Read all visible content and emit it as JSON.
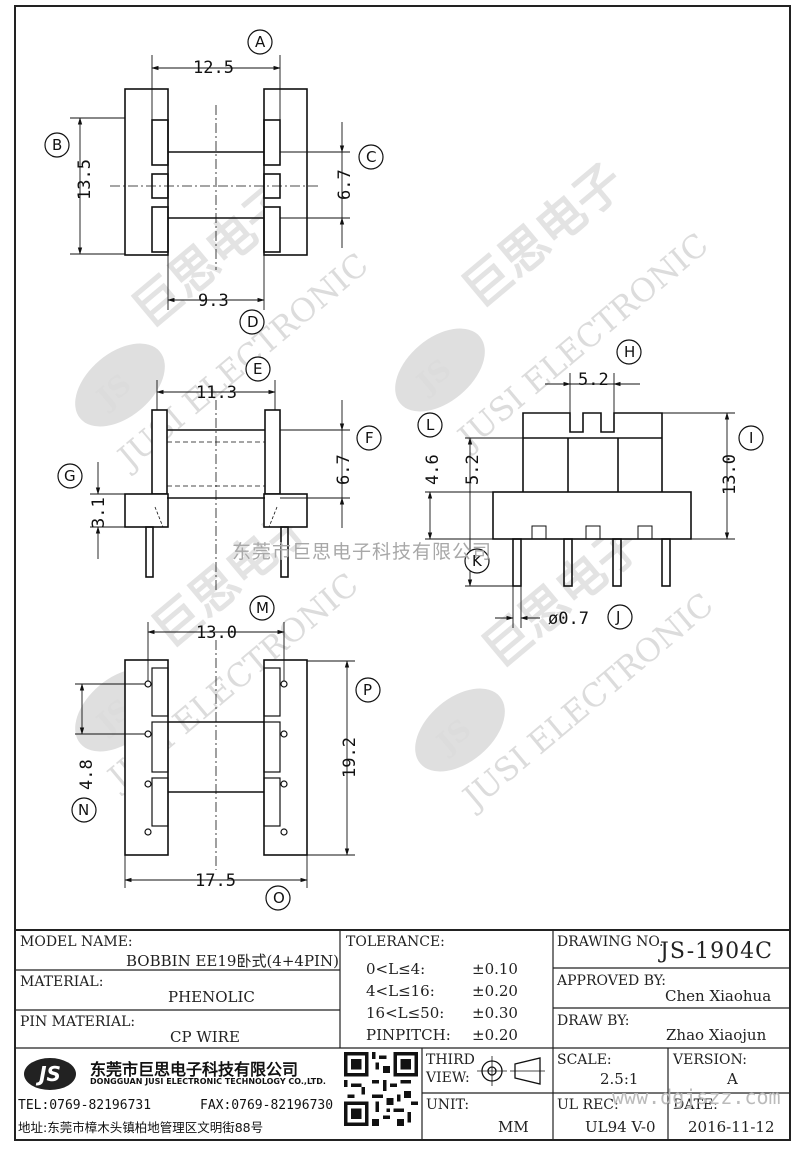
{
  "dims": {
    "A": "12.5",
    "B": "13.5",
    "C": "6.7",
    "D": "9.3",
    "E": "11.3",
    "F": "6.7",
    "G": "3.1",
    "H": "5.2",
    "I": "13.0",
    "L1": "4.6",
    "L2": "5.2",
    "J": "ø0.7",
    "M": "13.0",
    "N": "4.8",
    "P": "19.2",
    "O": "17.5"
  },
  "callouts": [
    "A",
    "B",
    "C",
    "D",
    "E",
    "F",
    "G",
    "H",
    "I",
    "L",
    "K",
    "J",
    "M",
    "P",
    "N",
    "O"
  ],
  "watermark": {
    "company_cn": "东莞市巨思电子科技有限公司",
    "brand_cn": "巨思电子",
    "brand_en": "JUSI ELECTRONIC",
    "logo": "JS",
    "site": "www.dgjszz.com"
  },
  "title_block": {
    "model_name_label": "MODEL NAME:",
    "model_name": "BOBBIN EE19卧式(4+4PIN)",
    "material_label": "MATERIAL:",
    "material": "PHENOLIC",
    "pin_material_label": "PIN MATERIAL:",
    "pin_material": "CP WIRE",
    "tolerance_label": "TOLERANCE:",
    "tolerances": [
      {
        "range": "0<L≤4:",
        "value": "±0.10"
      },
      {
        "range": "4<L≤16:",
        "value": "±0.20"
      },
      {
        "range": "16<L≤50:",
        "value": "±0.30"
      },
      {
        "range": "PINPITCH:",
        "value": "±0.20"
      }
    ],
    "drawing_no_label": "DRAWING NO.",
    "drawing_no": "JS-1904C",
    "approved_by_label": "APPROVED BY:",
    "approved_by": "Chen Xiaohua",
    "draw_by_label": "DRAW BY:",
    "draw_by": "Zhao Xiaojun",
    "third_view_label_1": "THIRD",
    "third_view_label_2": "VIEW:",
    "unit_label": "UNIT:",
    "unit": "MM",
    "scale_label": "SCALE:",
    "scale": "2.5:1",
    "version_label": "VERSION:",
    "version": "A",
    "ul_rec_label": "UL REC:",
    "ul_rec": "UL94 V-0",
    "date_label": "DATE:",
    "date": "2016-11-12"
  },
  "company": {
    "logo": "JS",
    "name_cn": "东莞市巨思电子科技有限公司",
    "name_en": "DONGGUAN JUSI ELECTRONIC TECHNOLOGY CO.,LTD.",
    "tel": "TEL:0769-82196731",
    "fax": "FAX:0769-82196730",
    "address": "地址:东莞市樟木头镇柏地管理区文明街88号"
  }
}
